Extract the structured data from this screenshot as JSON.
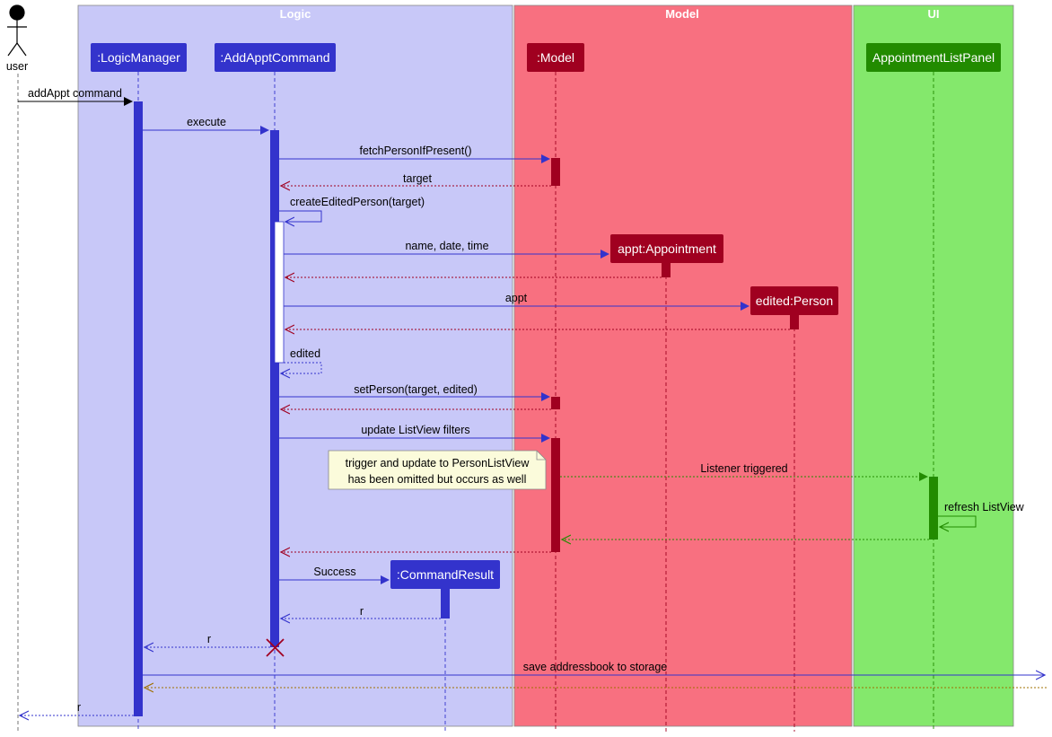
{
  "groups": {
    "logic": "Logic",
    "model": "Model",
    "ui": "UI"
  },
  "actors": {
    "user": "user",
    "logic_manager": ":LogicManager",
    "add_appt_command": ":AddApptCommand",
    "model": ":Model",
    "appointment": "appt:Appointment",
    "person": "edited:Person",
    "appointment_list_panel": "AppointmentListPanel",
    "command_result": ":CommandResult"
  },
  "messages": {
    "add_appt_command": "addAppt command",
    "execute": "execute",
    "fetch_person": "fetchPersonIfPresent()",
    "target": "target",
    "create_edited_person": "createEditedPerson(target)",
    "name_date_time": "name, date, time",
    "appt": "appt",
    "edited": "edited",
    "set_person": "setPerson(target, edited)",
    "update_filters": "update ListView filters",
    "listener_triggered": "Listener triggered",
    "refresh_listview": "refresh ListView",
    "success": "Success",
    "r_from_result": "r",
    "r_to_logic": "r",
    "save_storage": "save addressbook to storage",
    "r_to_user": "r"
  },
  "note": {
    "line1": "trigger and update to PersonListView",
    "line2": "has been omitted but occurs as well"
  },
  "colors": {
    "logic_bg": "#c8c8f8",
    "model_bg": "#f87080",
    "ui_bg": "#84e86c",
    "logic_accent": "#3333cc",
    "model_accent": "#a00020",
    "ui_accent": "#228b00",
    "storage_return": "#a07000",
    "note_bg": "#fbfbdb"
  }
}
